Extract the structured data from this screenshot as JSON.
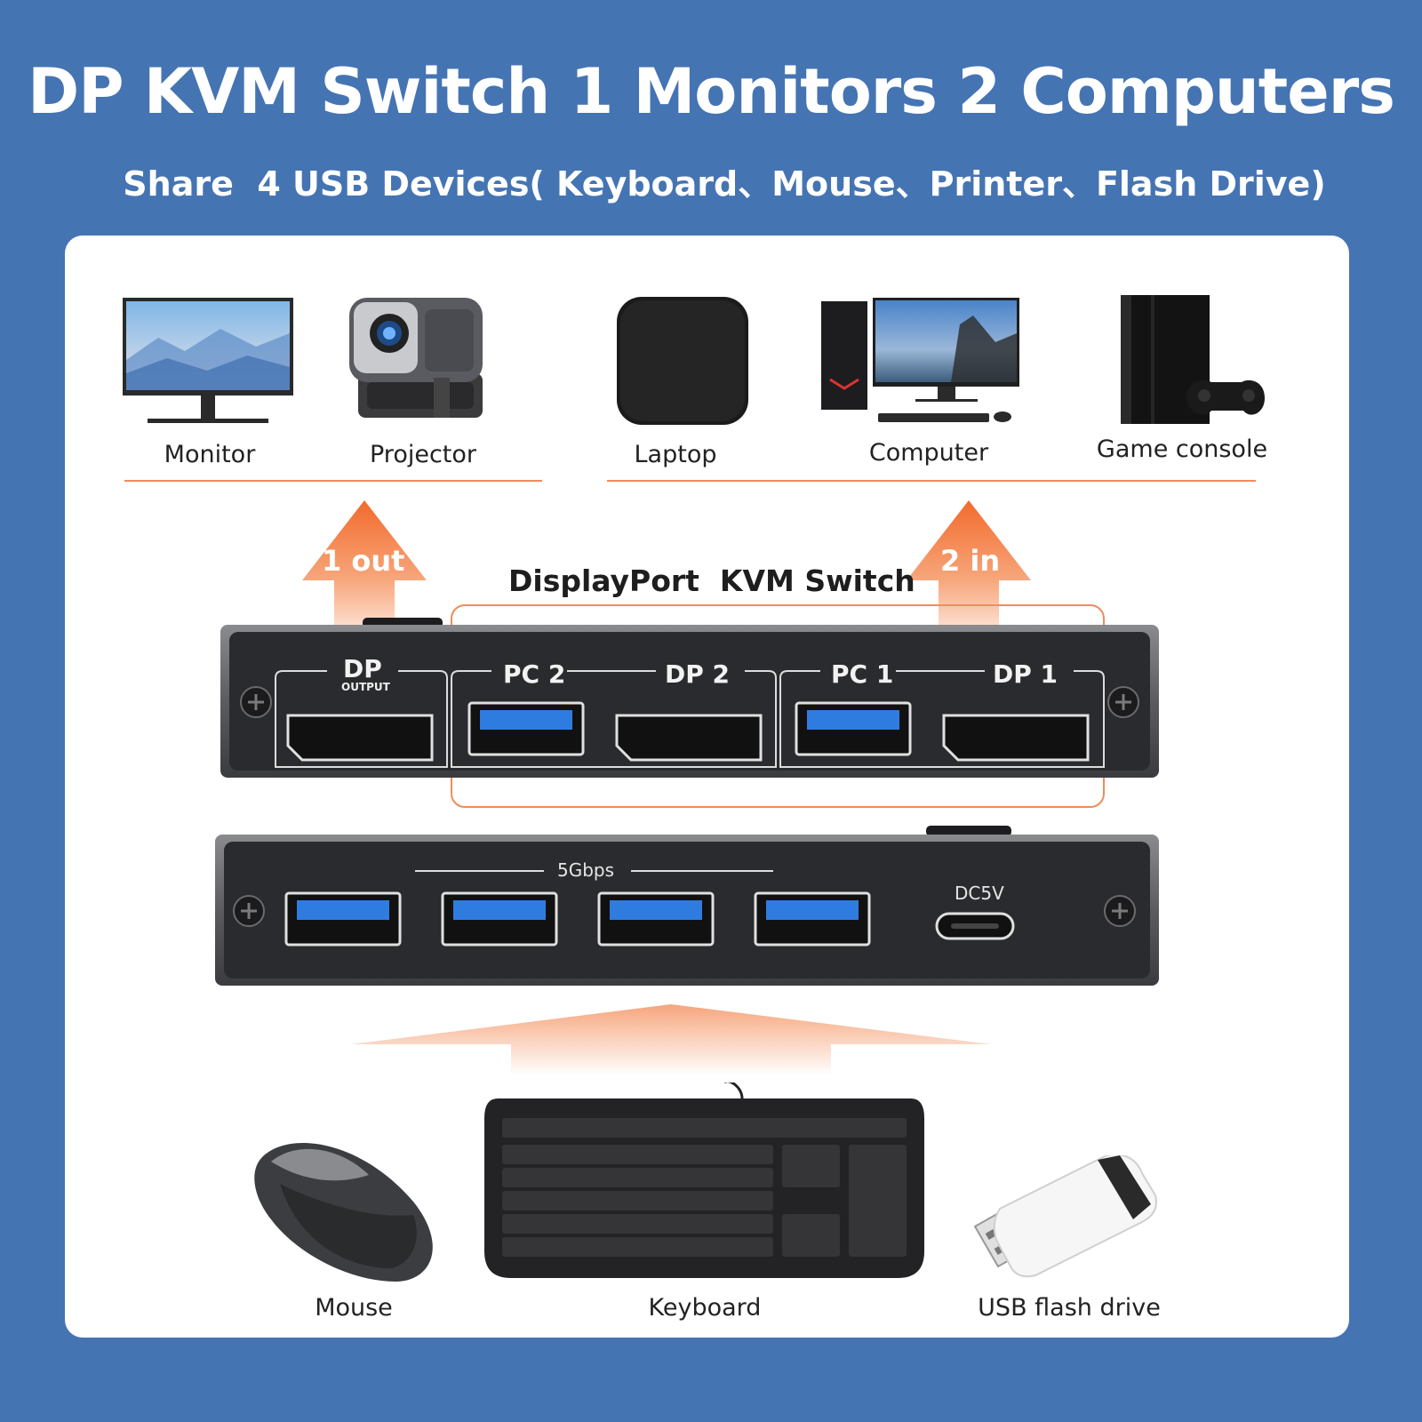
{
  "header": {
    "title": "DP KVM Switch 1 Monitors 2 Computers",
    "subtitle": "Share  4 USB Devices( Keyboard、Mouse、Printer、Flash Drive)"
  },
  "top_devices": {
    "output_group": [
      {
        "label": "Monitor",
        "icon": "monitor-icon"
      },
      {
        "label": "Projector",
        "icon": "projector-icon"
      }
    ],
    "input_group": [
      {
        "label": "Laptop",
        "icon": "laptop-icon"
      },
      {
        "label": "Computer",
        "icon": "desktop-computer-icon"
      },
      {
        "label": "Game console",
        "icon": "game-console-icon"
      }
    ]
  },
  "arrows": {
    "out_label": "1 out",
    "in_label": "2 in"
  },
  "switch": {
    "title": "DisplayPort  KVM Switch",
    "front_panel": {
      "dp_output_label": "DP",
      "dp_output_sublabel": "OUTPUT",
      "pc2_label": "PC 2",
      "dp2_label": "DP 2",
      "pc1_label": "PC 1",
      "dp1_label": "DP 1"
    },
    "back_panel": {
      "usb_speed_label": "5Gbps",
      "usb_port_count": 4,
      "power_label": "DC5V"
    }
  },
  "peripherals": [
    {
      "label": "Mouse",
      "icon": "mouse-icon"
    },
    {
      "label": "Keyboard",
      "icon": "keyboard-icon"
    },
    {
      "label": "USB flash drive",
      "icon": "usb-flash-drive-icon"
    }
  ],
  "colors": {
    "background": "#4574b3",
    "card": "#ffffff",
    "accent_orange": "#ef8c5d",
    "usb_blue": "#2f7ce0",
    "panel_dark": "#2a2b2e"
  }
}
